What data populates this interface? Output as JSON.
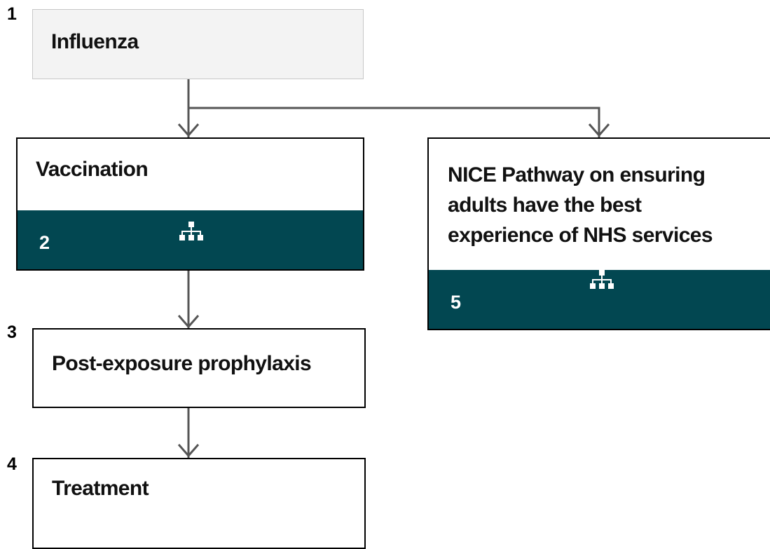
{
  "steps": [
    {
      "number": "1",
      "title": "Influenza"
    },
    {
      "number": "2",
      "title": "Vaccination",
      "icon": "sitemap-icon"
    },
    {
      "number": "3",
      "title": "Post-exposure prophylaxis"
    },
    {
      "number": "4",
      "title": "Treatment"
    },
    {
      "number": "5",
      "title": "NICE Pathway on ensuring adults have the best experience of NHS services",
      "icon": "sitemap-icon"
    }
  ],
  "colors": {
    "band": "#024751",
    "root_fill": "#f3f3f3",
    "connector": "#555555"
  }
}
